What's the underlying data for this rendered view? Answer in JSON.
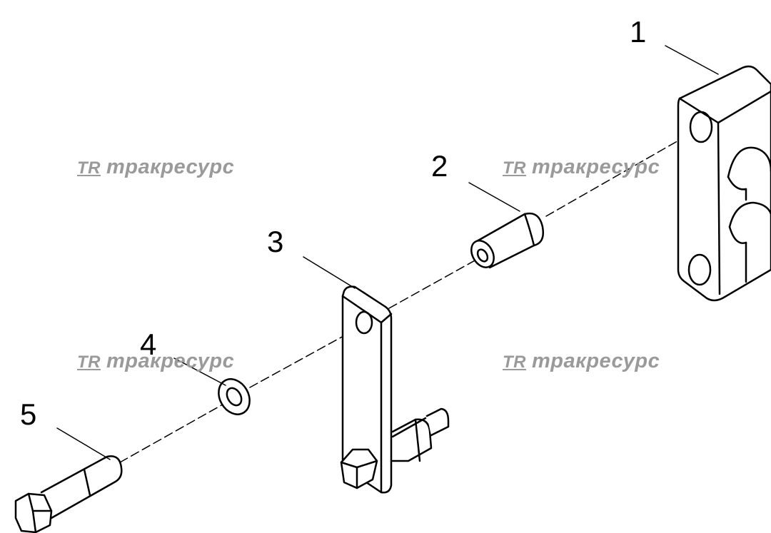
{
  "callouts": [
    "1",
    "2",
    "3",
    "4",
    "5"
  ],
  "watermark": {
    "logo_text": "TR",
    "text": "тракресурс"
  }
}
